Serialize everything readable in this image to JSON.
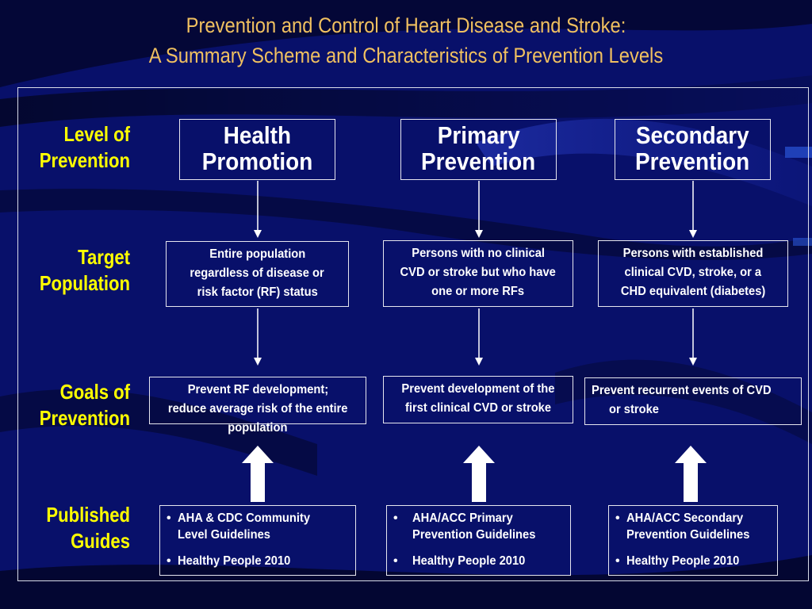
{
  "title": {
    "line1": "Prevention and Control of Heart Disease and Stroke:",
    "line2": "A Summary Scheme and Characteristics of Prevention Levels"
  },
  "row_labels": {
    "level": [
      "Level of",
      "Prevention"
    ],
    "target": [
      "Target",
      "Population"
    ],
    "goals": [
      "Goals of",
      "Prevention"
    ],
    "guides": [
      "Published",
      "Guides"
    ]
  },
  "columns": [
    {
      "level": [
        "Health",
        "Promotion"
      ],
      "target": [
        "Entire population",
        "regardless of disease or",
        "risk factor (RF) status"
      ],
      "goal": [
        "Prevent RF development;",
        "reduce average risk of the entire",
        "population"
      ],
      "guides": [
        [
          "AHA & CDC Community",
          "Level  Guidelines"
        ],
        [
          "Healthy People 2010"
        ]
      ]
    },
    {
      "level": [
        "Primary",
        "Prevention"
      ],
      "target": [
        "Persons with no clinical",
        "CVD or stroke but who have",
        "one or more RFs"
      ],
      "goal": [
        "Prevent development of the",
        "first clinical CVD or stroke"
      ],
      "guides": [
        [
          "AHA/ACC Primary",
          "Prevention Guidelines"
        ],
        [
          "Healthy People 2010"
        ]
      ]
    },
    {
      "level": [
        "Secondary",
        "Prevention"
      ],
      "target": [
        "Persons with established",
        "clinical CVD, stroke, or a",
        "CHD equivalent (diabetes)"
      ],
      "goal": [
        "Prevent recurrent events of CVD",
        "or stroke"
      ],
      "guides": [
        [
          "AHA/ACC Secondary",
          "Prevention Guidelines"
        ],
        [
          "Healthy People 2010"
        ]
      ]
    }
  ],
  "colors": {
    "background": "#08106a",
    "title": "#f0c060",
    "row_label": "#ffff00"
  }
}
